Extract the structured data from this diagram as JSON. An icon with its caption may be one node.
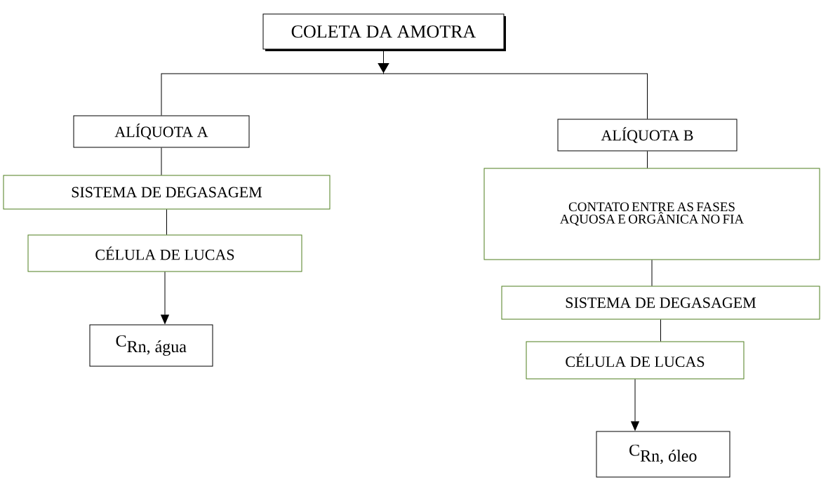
{
  "diagram": {
    "nodes": [
      {
        "text": [
          "COLETA DA AMOTRA"
        ]
      },
      {
        "text": [
          "ALÍQUOTA A"
        ]
      },
      {
        "text": [
          "SISTEMA DE DEGASAGEM"
        ]
      },
      {
        "text": [
          "CÉLULA DE LUCAS"
        ]
      },
      {
        "text": [
          "\\mbox{C}_{\\mbox{Rn, água}}"
        ]
      },
      {
        "text": [
          "ALÍQUOTA B"
        ]
      },
      {
        "text": [
          "CONTATO ENTRE AS FASES AQUOSA E ORGÂNICA NO FIA"
        ]
      },
      {
        "text": [
          "SISTEMA DE DEGASAGEM"
        ]
      },
      {
        "text": [
          "CÉLULA DE LUCAS"
        ]
      },
      {
        "text": [
          "\\mbox{C}_{\\mbox{Rn, óleo}}"
        ]
      }
    ],
    "edges": [
      {
        "from": 0,
        "to": 1,
        "arrow": "to"
      },
      {
        "from": 0,
        "to": 5,
        "arrow": "to"
      },
      {
        "from": 1,
        "to": 2,
        "arrow": "none"
      },
      {
        "from": 2,
        "to": 3,
        "arrow": "none"
      },
      {
        "from": 3,
        "to": 4,
        "arrow": "to"
      },
      {
        "from": 5,
        "to": 6,
        "arrow": "none"
      },
      {
        "from": 6,
        "to": 7,
        "arrow": "none"
      },
      {
        "from": 7,
        "to": 8,
        "arrow": "none"
      },
      {
        "from": 8,
        "to": 9,
        "arrow": "to"
      }
    ]
  }
}
